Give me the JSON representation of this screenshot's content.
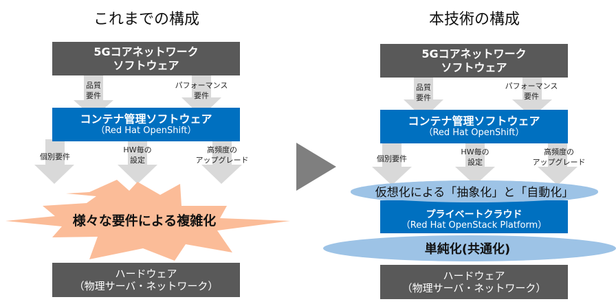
{
  "left": {
    "title": "これまでの構成",
    "top_box": {
      "line1": "5Gコアネットワーク",
      "line2": "ソフトウェア"
    },
    "upper_arrows": [
      {
        "line1": "品質",
        "line2": "要件"
      },
      {
        "line1": "パフォーマンス",
        "line2": "要件"
      }
    ],
    "middle_box": {
      "line1": "コンテナ管理ソフトウェア",
      "line2": "（Red Hat OpenShift）"
    },
    "lower_arrows": [
      {
        "line1": "個別要件",
        "line2": ""
      },
      {
        "line1": "HW毎の",
        "line2": "設定"
      },
      {
        "line1": "高頻度の",
        "line2": "アップグレード"
      }
    ],
    "burst_text": "様々な要件による複雑化",
    "bottom_box": {
      "line1": "ハードウェア",
      "line2": "（物理サーバ・ネットワーク）"
    }
  },
  "right": {
    "title": "本技術の構成",
    "top_box": {
      "line1": "5Gコアネットワーク",
      "line2": "ソフトウェア"
    },
    "upper_arrows": [
      {
        "line1": "品質",
        "line2": "要件"
      },
      {
        "line1": "パフォーマンス",
        "line2": "要件"
      }
    ],
    "middle_box": {
      "line1": "コンテナ管理ソフトウェア",
      "line2": "（Red Hat OpenShift）"
    },
    "lower_arrows": [
      {
        "line1": "個別要件",
        "line2": ""
      },
      {
        "line1": "HW毎の",
        "line2": "設定"
      },
      {
        "line1": "高頻度の",
        "line2": "アップグレード"
      }
    ],
    "ellipse1_text": "仮想化による「抽象化」と「自動化」",
    "cloud_box": {
      "line1": "プライベートクラウド",
      "line2": "（Red Hat OpenStack Platform）"
    },
    "ellipse2_text": "単純化(共通化)",
    "bottom_box": {
      "line1": "ハードウェア",
      "line2": "（物理サーバ・ネットワーク）"
    }
  },
  "colors": {
    "dark_box": "#595959",
    "blue_box": "#0070c0",
    "arrow_gray": "#d9d9d9",
    "burst": "#fbbc98",
    "ellipse": "#9dc3e6",
    "transition_arrow": "#7f7f7f"
  }
}
